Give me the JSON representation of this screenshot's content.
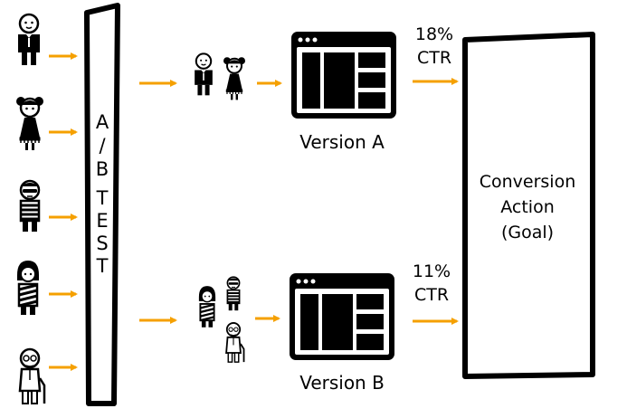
{
  "test_label_chars": [
    "A",
    "/",
    "B",
    "T",
    "E",
    "S",
    "T"
  ],
  "version_a": {
    "label": "Version A",
    "ctr_value": "18%",
    "ctr_label": "CTR"
  },
  "version_b": {
    "label": "Version B",
    "ctr_value": "11%",
    "ctr_label": "CTR"
  },
  "goal": {
    "line1": "Conversion",
    "line2": "Action",
    "line3": "(Goal)"
  },
  "users": [
    {
      "id": "businessman",
      "icon": "businessman-icon"
    },
    {
      "id": "girl",
      "icon": "girl-icon"
    },
    {
      "id": "sunglasses-person",
      "icon": "sunglasses-person-icon"
    },
    {
      "id": "woman",
      "icon": "woman-icon"
    },
    {
      "id": "elderly-man",
      "icon": "elderly-man-icon"
    }
  ],
  "colors": {
    "arrow": "#f5a000",
    "stroke": "#000000",
    "background": "#ffffff"
  }
}
